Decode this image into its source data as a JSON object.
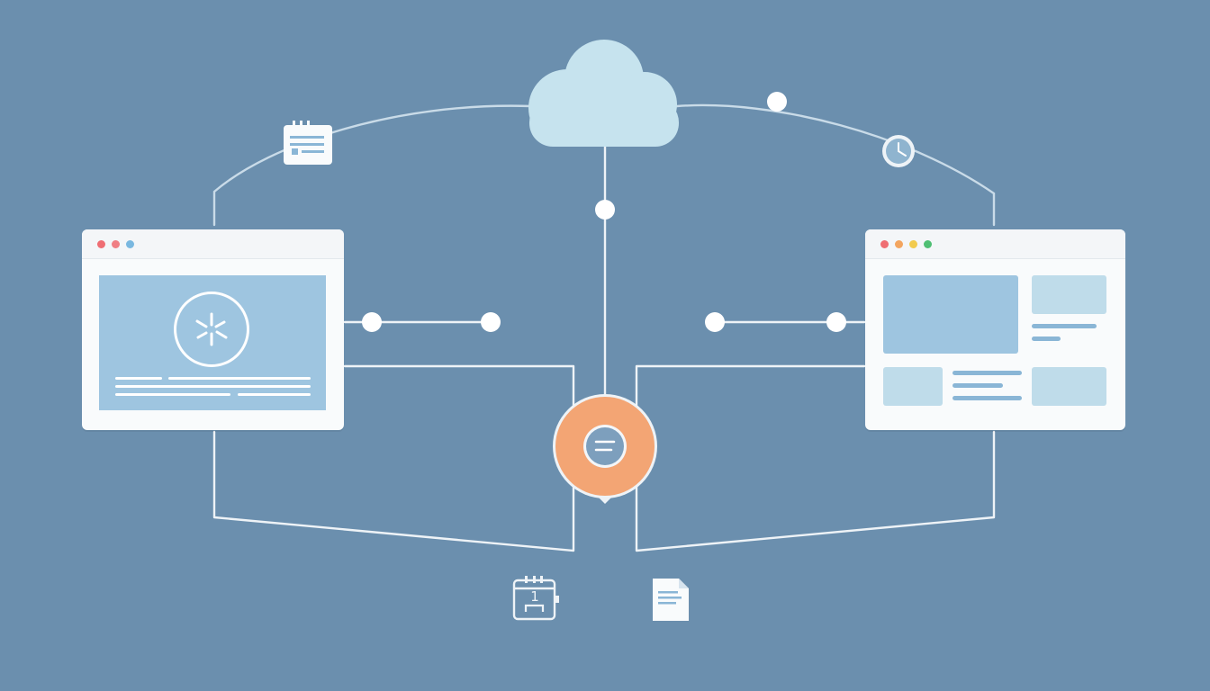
{
  "diagram": {
    "type": "network-architecture",
    "nodes": [
      {
        "id": "cloud",
        "icon": "cloud-icon"
      },
      {
        "id": "left-window",
        "icon": "browser-window-loading"
      },
      {
        "id": "right-window",
        "icon": "browser-window-layout"
      },
      {
        "id": "hub",
        "icon": "chat-bubble-icon"
      },
      {
        "id": "note-card",
        "icon": "note-card-icon"
      },
      {
        "id": "clock",
        "icon": "clock-icon"
      },
      {
        "id": "calendar",
        "icon": "calendar-icon",
        "text": "1"
      },
      {
        "id": "document",
        "icon": "document-icon"
      }
    ],
    "edges": [
      {
        "from": "left-window",
        "to": "cloud"
      },
      {
        "from": "cloud",
        "to": "right-window"
      },
      {
        "from": "cloud",
        "to": "hub"
      },
      {
        "from": "left-window",
        "to": "hub"
      },
      {
        "from": "right-window",
        "to": "hub"
      }
    ]
  },
  "colors": {
    "background": "#6b8fae",
    "line": "#eef3f7",
    "cloud": "#c6e3ee",
    "hub_ring": "#f3a574",
    "hub_center": "#7d9fbd",
    "window": "#f9fbfc",
    "panel": "#9ec5e0",
    "window_dots_left": [
      "#ef6e73",
      "#f07f84",
      "#7ab8e0"
    ],
    "window_dots_right": [
      "#ef6e73",
      "#f3a55f",
      "#f2cb4e",
      "#4fbf73"
    ]
  },
  "calendar": {
    "day": "1"
  }
}
